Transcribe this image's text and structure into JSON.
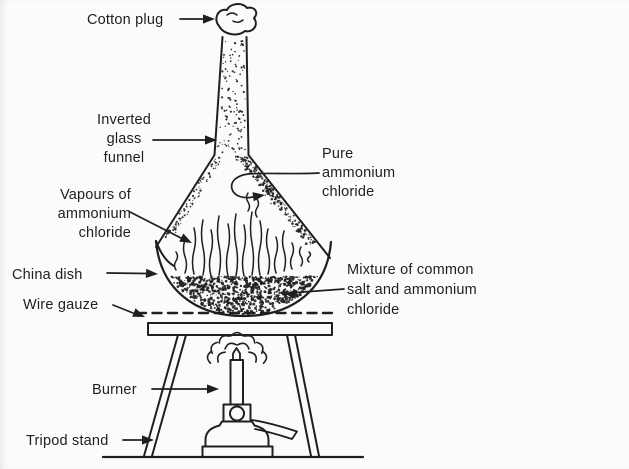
{
  "figure": {
    "colors": {
      "ink": "#1f1f1f",
      "paper": "#fbfbf9"
    },
    "labels": {
      "cotton_plug": "Cotton plug",
      "inverted_glass_funnel": [
        "Inverted",
        "glass",
        "funnel"
      ],
      "pure_ammonium_chloride": [
        "Pure",
        "ammonium",
        "chloride"
      ],
      "vapours_of_ammonium_chloride": [
        "Vapours of",
        "ammonium",
        "chloride"
      ],
      "china_dish": "China dish",
      "wire_gauze": "Wire gauze",
      "mixture_of_common_salt": [
        "Mixture of common",
        "salt and ammonium",
        "chloride"
      ],
      "burner": "Burner",
      "tripod_stand": "Tripod stand"
    }
  }
}
